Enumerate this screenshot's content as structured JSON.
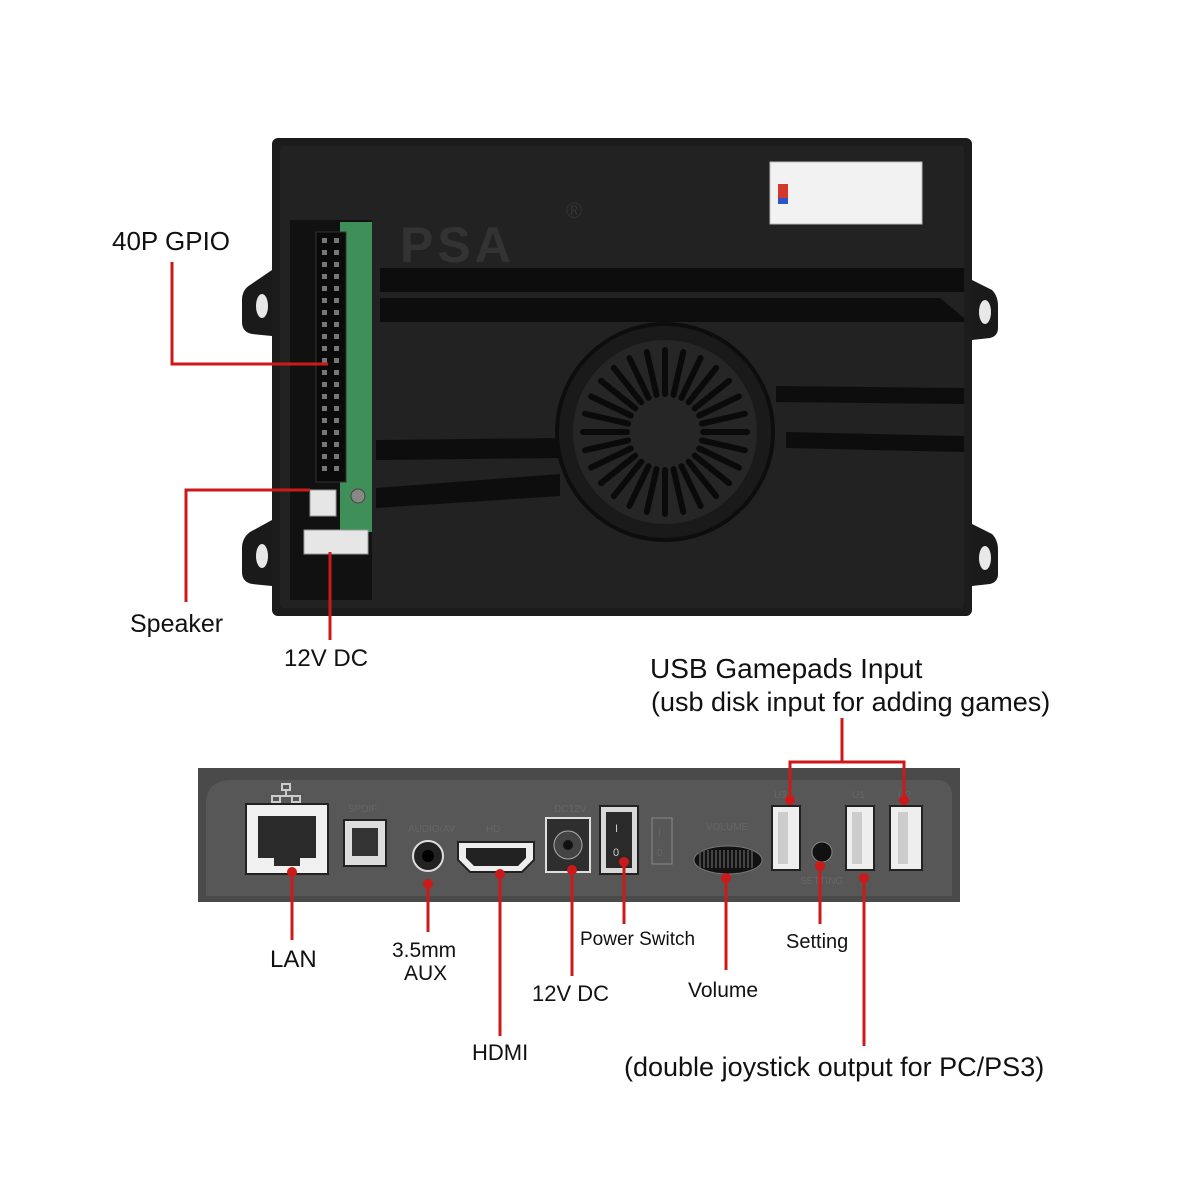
{
  "device": {
    "brand": "PSA",
    "registered_mark": "®",
    "port_text": {
      "spdif": "SPDIF",
      "audio": "AUDIO/AV",
      "hd": "HD",
      "dc": "DC12V",
      "volume": "VOLUME",
      "setting": "SETTING",
      "u1": "U1",
      "u2": "U2",
      "u3": "U3",
      "switch_on": "I",
      "switch_off": "0"
    }
  },
  "labels": {
    "gpio": "40P GPIO",
    "speaker": "Speaker",
    "dc_top": "12V  DC",
    "usb_title": "USB Gamepads Input",
    "usb_sub": "(usb disk input for adding games)",
    "lan": "LAN",
    "aux_line1": "3.5mm",
    "aux_line2": "AUX",
    "hdmi": "HDMI",
    "dc_bottom": "12V DC",
    "power_switch": "Power Switch",
    "volume": "Volume",
    "setting": "Setting",
    "joystick": "(double joystick output for PC/PS3)"
  },
  "colors": {
    "leader": "#cc1a1a",
    "case": "#1c1c1c",
    "stripe": "#0d0d0d",
    "pcb": "#3f8f58",
    "panel": "#4a4a4a"
  }
}
